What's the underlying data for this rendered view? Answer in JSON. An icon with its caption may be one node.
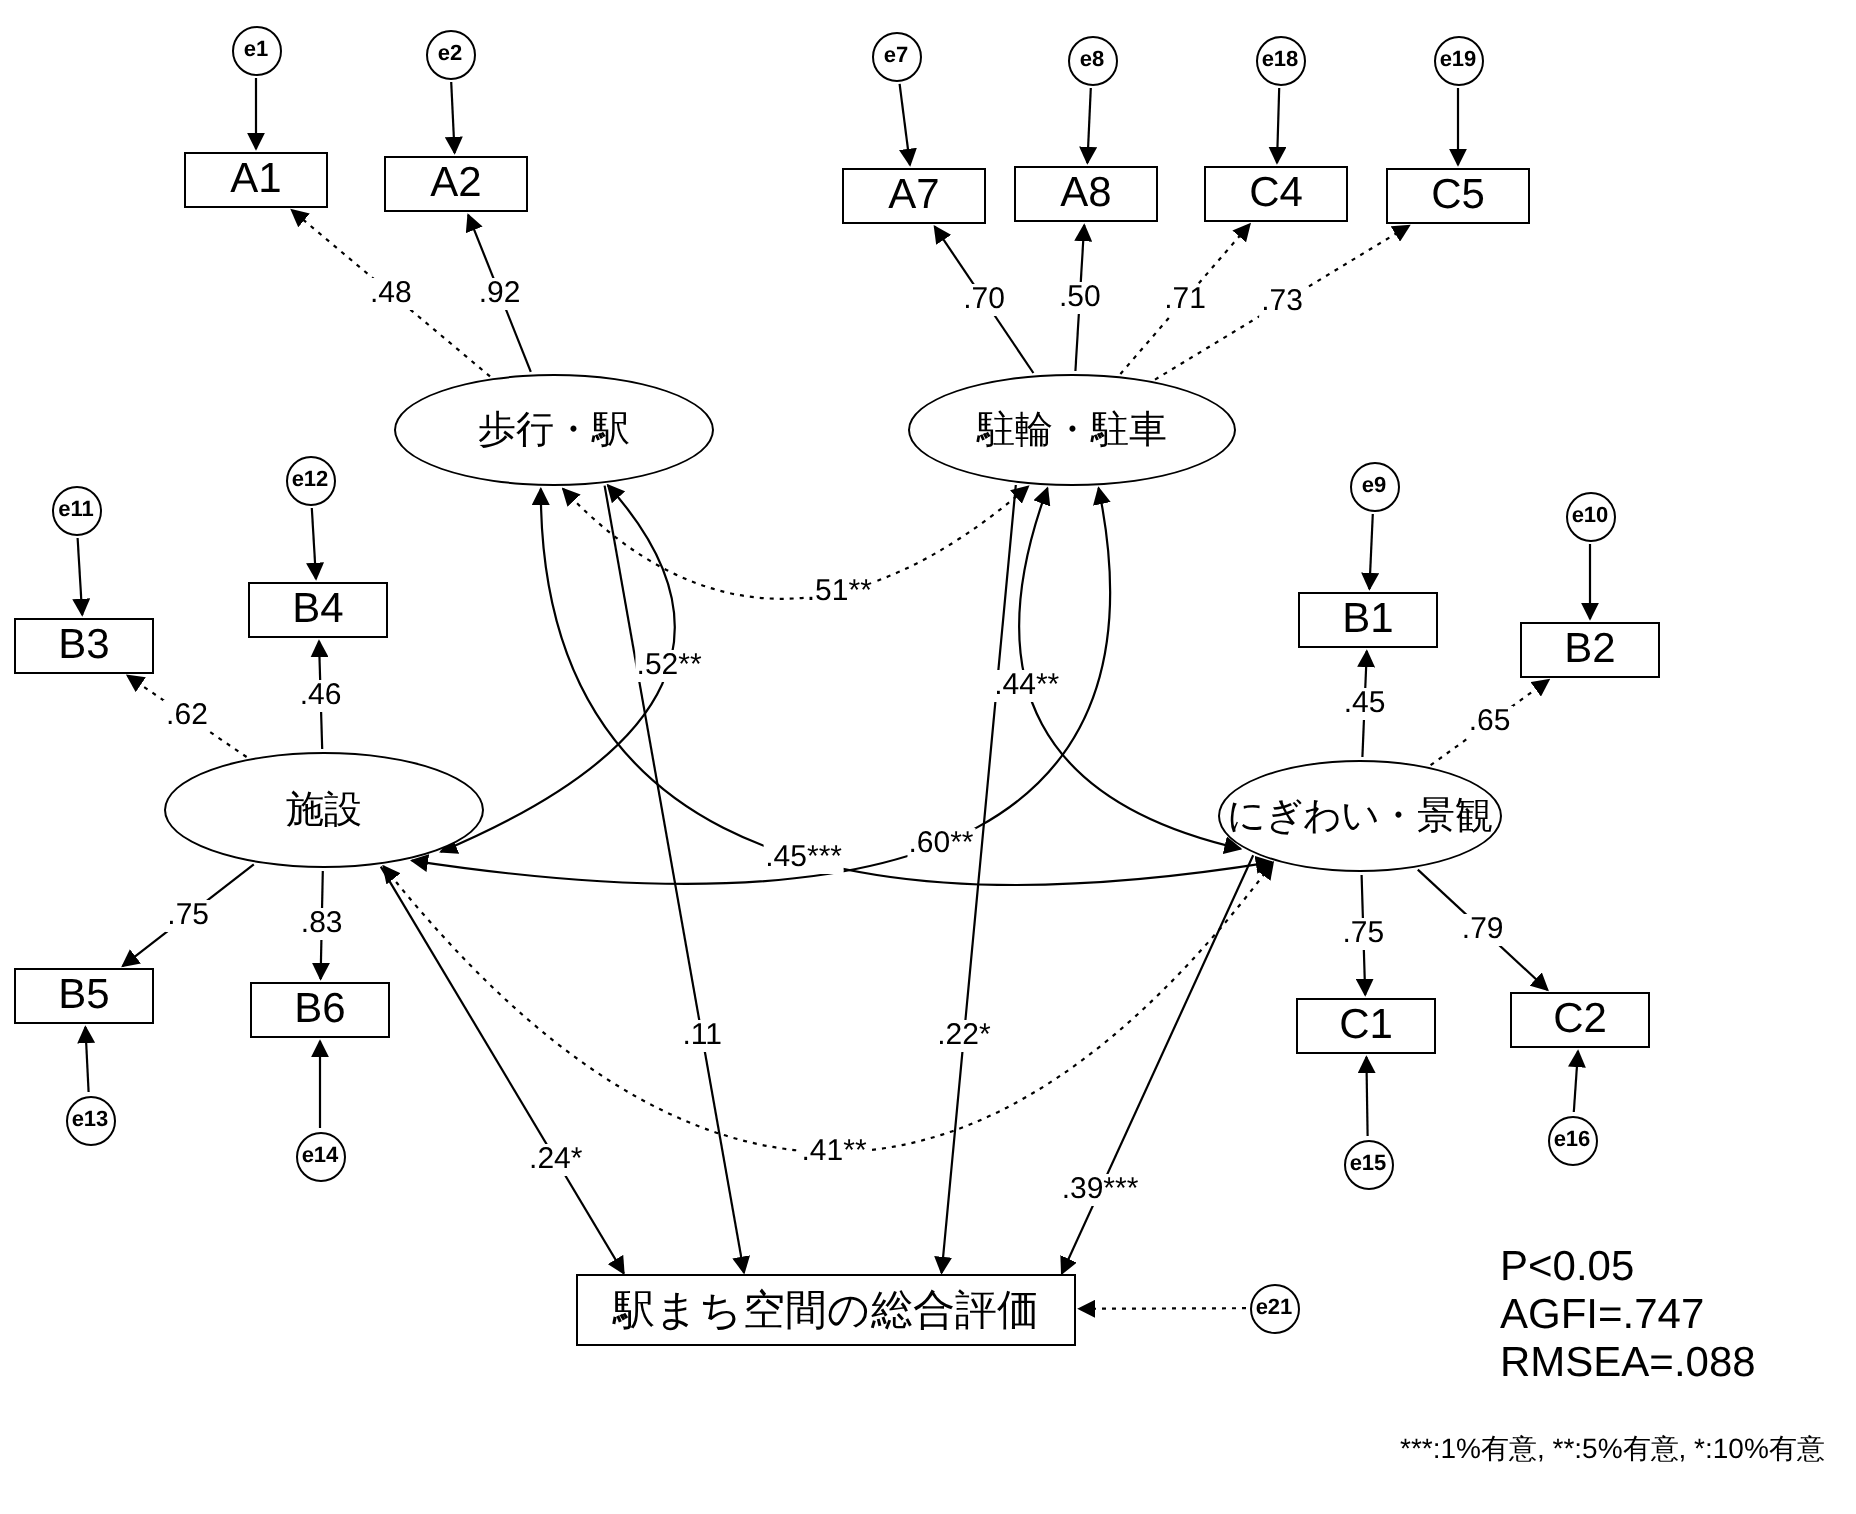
{
  "diagram": {
    "nodes": [
      {
        "text": [
          "e1"
        ]
      },
      {
        "text": [
          "e2"
        ]
      },
      {
        "text": [
          "e7"
        ]
      },
      {
        "text": [
          "e8"
        ]
      },
      {
        "text": [
          "e18"
        ]
      },
      {
        "text": [
          "e19"
        ]
      },
      {
        "text": [
          "A1"
        ]
      },
      {
        "text": [
          "A2"
        ]
      },
      {
        "text": [
          "A7"
        ]
      },
      {
        "text": [
          "A8"
        ]
      },
      {
        "text": [
          "C4"
        ]
      },
      {
        "text": [
          "C5"
        ]
      },
      {
        "text": [
          "歩行・駅"
        ]
      },
      {
        "text": [
          "駐輪・駐車"
        ]
      },
      {
        "text": [
          "e11"
        ]
      },
      {
        "text": [
          "e12"
        ]
      },
      {
        "text": [
          "e9"
        ]
      },
      {
        "text": [
          "e10"
        ]
      },
      {
        "text": [
          "B3"
        ]
      },
      {
        "text": [
          "B4"
        ]
      },
      {
        "text": [
          "B1"
        ]
      },
      {
        "text": [
          "B2"
        ]
      },
      {
        "text": [
          "施設"
        ]
      },
      {
        "text": [
          "にぎわい・景観"
        ]
      },
      {
        "text": [
          "B5"
        ]
      },
      {
        "text": [
          "B6"
        ]
      },
      {
        "text": [
          "C1"
        ]
      },
      {
        "text": [
          "C2"
        ]
      },
      {
        "text": [
          "e13"
        ]
      },
      {
        "text": [
          "e14"
        ]
      },
      {
        "text": [
          "e15"
        ]
      },
      {
        "text": [
          "e16"
        ]
      },
      {
        "text": [
          "駅まち空間の総合評価"
        ]
      },
      {
        "text": [
          "e21"
        ]
      }
    ],
    "edges": [
      {
        "from": 0,
        "to": 6,
        "arrow": "to"
      },
      {
        "from": 1,
        "to": 7,
        "arrow": "to"
      },
      {
        "from": 2,
        "to": 8,
        "arrow": "to"
      },
      {
        "from": 3,
        "to": 9,
        "arrow": "to"
      },
      {
        "from": 4,
        "to": 10,
        "arrow": "to"
      },
      {
        "from": 5,
        "to": 11,
        "arrow": "to"
      },
      {
        "from": 12,
        "to": 6,
        "arrow": "to",
        "label": ".48",
        "style": "dashed"
      },
      {
        "from": 12,
        "to": 7,
        "arrow": "to",
        "label": ".92"
      },
      {
        "from": 13,
        "to": 8,
        "arrow": "to",
        "label": ".70"
      },
      {
        "from": 13,
        "to": 9,
        "arrow": "to",
        "label": ".50"
      },
      {
        "from": 13,
        "to": 10,
        "arrow": "to",
        "label": ".71",
        "style": "dashed"
      },
      {
        "from": 13,
        "to": 11,
        "arrow": "to",
        "label": ".73",
        "style": "dashed"
      },
      {
        "from": 14,
        "to": 18,
        "arrow": "to"
      },
      {
        "from": 15,
        "to": 19,
        "arrow": "to"
      },
      {
        "from": 16,
        "to": 20,
        "arrow": "to"
      },
      {
        "from": 17,
        "to": 21,
        "arrow": "to"
      },
      {
        "from": 22,
        "to": 18,
        "arrow": "to",
        "label": ".62",
        "style": "dashed"
      },
      {
        "from": 22,
        "to": 19,
        "arrow": "to",
        "label": ".46"
      },
      {
        "from": 23,
        "to": 20,
        "arrow": "to",
        "label": ".45"
      },
      {
        "from": 23,
        "to": 21,
        "arrow": "to",
        "label": ".65",
        "style": "dashed"
      },
      {
        "from": 22,
        "to": 24,
        "arrow": "to",
        "label": ".75"
      },
      {
        "from": 22,
        "to": 25,
        "arrow": "to",
        "label": ".83"
      },
      {
        "from": 23,
        "to": 26,
        "arrow": "to",
        "label": ".75"
      },
      {
        "from": 23,
        "to": 27,
        "arrow": "to",
        "label": ".79"
      },
      {
        "from": 28,
        "to": 24,
        "arrow": "to"
      },
      {
        "from": 29,
        "to": 25,
        "arrow": "to"
      },
      {
        "from": 30,
        "to": 26,
        "arrow": "to"
      },
      {
        "from": 31,
        "to": 27,
        "arrow": "to"
      },
      {
        "from": 12,
        "to": 13,
        "arrow": "both",
        "label": ".51**",
        "style": "dashed"
      },
      {
        "from": 12,
        "to": 22,
        "arrow": "both",
        "label": ".52**"
      },
      {
        "from": 13,
        "to": 23,
        "arrow": "both",
        "label": ".44**"
      },
      {
        "from": 12,
        "to": 23,
        "arrow": "both",
        "label": ".45***"
      },
      {
        "from": 13,
        "to": 22,
        "arrow": "both",
        "label": ".60**"
      },
      {
        "from": 22,
        "to": 23,
        "arrow": "both",
        "label": ".41**",
        "style": "dashed"
      },
      {
        "from": 22,
        "to": 32,
        "arrow": "to",
        "label": ".24*"
      },
      {
        "from": 12,
        "to": 32,
        "arrow": "to",
        "label": ".11"
      },
      {
        "from": 13,
        "to": 32,
        "arrow": "to",
        "label": ".22*"
      },
      {
        "from": 23,
        "to": 32,
        "arrow": "to",
        "label": ".39***"
      },
      {
        "from": 33,
        "to": 32,
        "arrow": "to",
        "style": "dashed"
      }
    ],
    "labels": [
      "P<0.05",
      "AGFI=.747",
      "RMSEA=.088",
      "***:1%有意, **:5%有意, *:10%有意"
    ]
  }
}
